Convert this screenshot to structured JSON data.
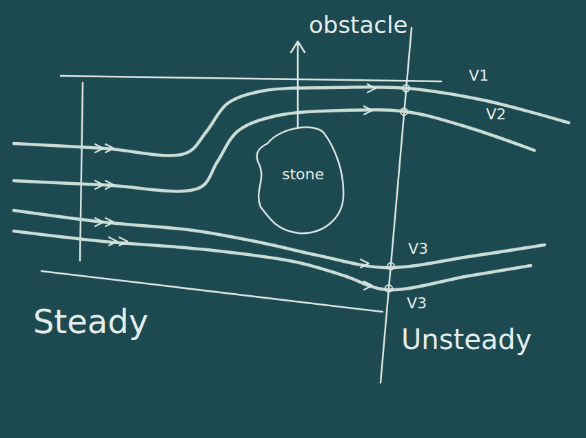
{
  "diagram": {
    "nodes": [
      {
        "text": [
          "stone"
        ]
      }
    ],
    "labels": [
      "obstacle",
      "V1",
      "V2",
      "V3",
      "V3",
      "Steady",
      "Unsteady"
    ]
  }
}
